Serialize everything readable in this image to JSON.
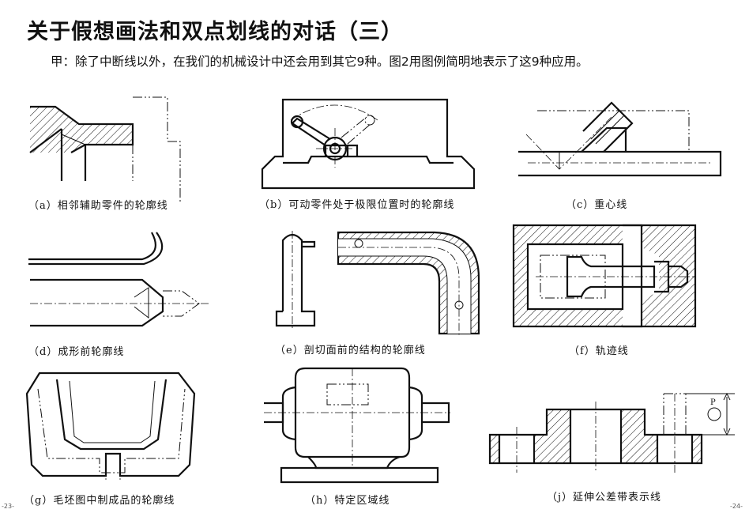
{
  "title": "关于假想画法和双点划线的对话（三）",
  "intro": "甲：除了中断线以外，在我们的机械设计中还会用到其它9种。图2用图例简明地表示了这9种应用。",
  "captions": {
    "a": "（a）相邻辅助零件的轮廓线",
    "b": "（b）可动零件处于极限位置时的轮廓线",
    "c": "（c）重心线",
    "d": "（d）成形前轮廓线",
    "e": "（e）剖切面前的结构的轮廓线",
    "f": "（f）轨迹线",
    "g": "（g）毛坯图中制成品的轮廓线",
    "h": "（h）特定区域线",
    "j": "（j）延伸公差带表示线"
  },
  "dimension_label": "P",
  "page_left": "-23-",
  "page_right": "-24-"
}
